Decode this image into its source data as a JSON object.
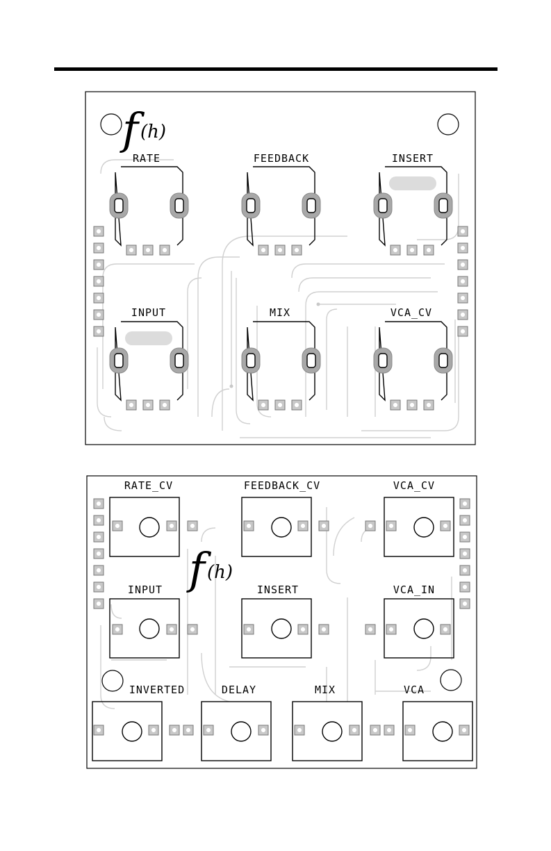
{
  "logo": {
    "main": "f",
    "sub": "(h)"
  },
  "board_top": {
    "pots": [
      {
        "label": "RATE"
      },
      {
        "label": "FEEDBACK"
      },
      {
        "label": "INSERT"
      },
      {
        "label": "INPUT"
      },
      {
        "label": "MIX"
      },
      {
        "label": "VCA_CV"
      }
    ]
  },
  "board_bottom": {
    "jacks": [
      {
        "label": "RATE_CV"
      },
      {
        "label": "FEEDBACK_CV"
      },
      {
        "label": "VCA_CV"
      },
      {
        "label": "INPUT"
      },
      {
        "label": "INSERT"
      },
      {
        "label": "VCA_IN"
      },
      {
        "label": "INVERTED"
      },
      {
        "label": "DELAY"
      },
      {
        "label": "MIX"
      },
      {
        "label": "VCA"
      }
    ]
  },
  "colors": {
    "pad": "#c8c8c8",
    "trace": "#d0d0d0",
    "outline": "#000000"
  }
}
